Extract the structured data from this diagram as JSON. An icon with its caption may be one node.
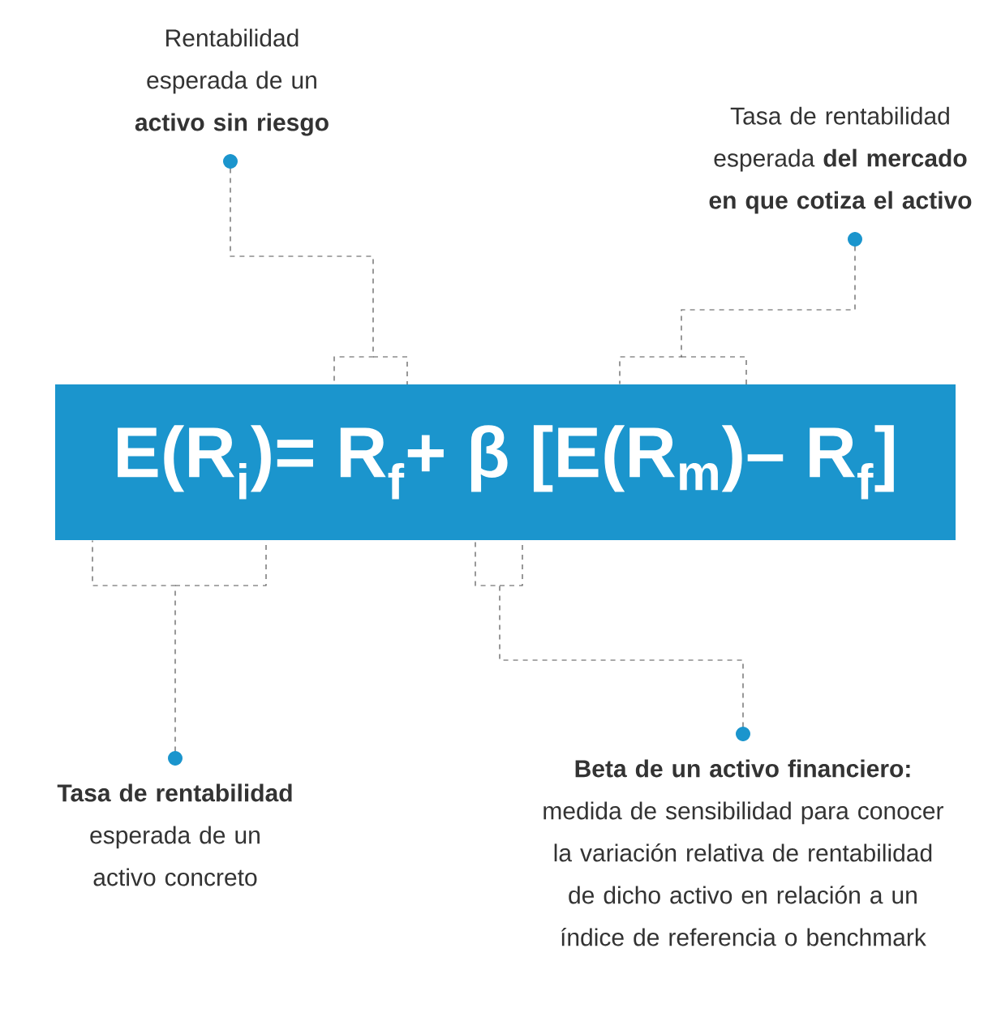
{
  "diagram": {
    "nodes": [
      {
        "text": [
          "E(R$_{i}$)= R$_{f}$+ β [E(R$_{m}$)– R$_{f}$]"
        ]
      },
      {
        "text": [
          "Rentabilidad esperada de un **activo sin riesgo**"
        ]
      },
      {
        "text": [
          "Tasa de rentabilidad esperada **del mercado en que cotiza el activo**"
        ]
      },
      {
        "text": [
          "**Tasa de rentabilidad** esperada de un activo concreto"
        ]
      },
      {
        "text": [
          "Beta de un activo financiero:",
          "medida de sensibilidad para conocer la variación relativa de rentabilidad de dicho activo en relación a un índice de referencia o benchmark"
        ]
      }
    ],
    "edges": [
      {
        "from": 1,
        "to": 0,
        "arrow": "other",
        "style": "dashed"
      },
      {
        "from": 2,
        "to": 0,
        "arrow": "other",
        "style": "dashed"
      },
      {
        "from": 3,
        "to": 0,
        "arrow": "other",
        "style": "dashed"
      },
      {
        "from": 4,
        "to": 0,
        "arrow": "other",
        "style": "dashed"
      }
    ]
  }
}
